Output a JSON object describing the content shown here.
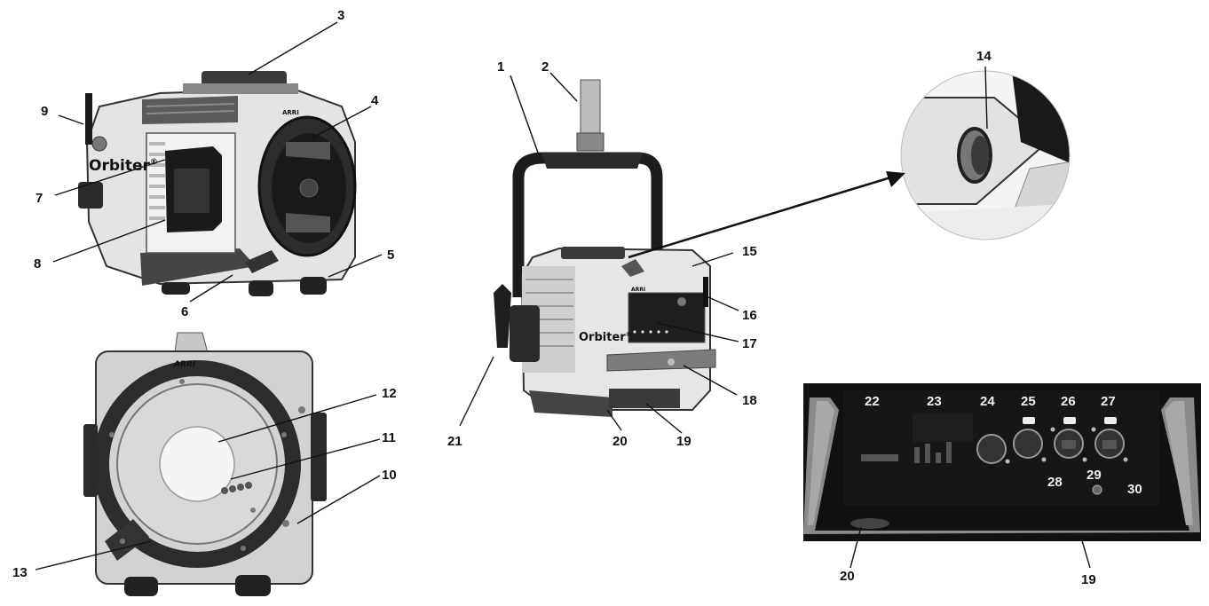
{
  "brand": {
    "product": "Orbiter",
    "trademark": "®",
    "maker_logo": "ARRI"
  },
  "views": {
    "side": "side-view-of-fixture",
    "rear": "rear-view-with-lens-mount",
    "yoke": "fixture-on-yoke",
    "detail": "circular-detail-inset",
    "panel": "connector-panel"
  },
  "callouts": [
    "1",
    "2",
    "3",
    "4",
    "5",
    "6",
    "7",
    "8",
    "9",
    "10",
    "11",
    "12",
    "13",
    "14",
    "15",
    "16",
    "17",
    "18",
    "19",
    "20",
    "21",
    "22",
    "23",
    "24",
    "25",
    "26",
    "27",
    "28",
    "29",
    "30",
    "19b",
    "20b"
  ],
  "labels": {
    "n1": "1",
    "n2": "2",
    "n3": "3",
    "n4": "4",
    "n5": "5",
    "n6": "6",
    "n7": "7",
    "n8": "8",
    "n9": "9",
    "n10": "10",
    "n11": "11",
    "n12": "12",
    "n13": "13",
    "n14": "14",
    "n15": "15",
    "n16": "16",
    "n17": "17",
    "n18": "18",
    "n19": "19",
    "n20": "20",
    "n21": "21",
    "n22": "22",
    "n23": "23",
    "n24": "24",
    "n25": "25",
    "n26": "26",
    "n27": "27",
    "n28": "28",
    "n29": "29",
    "n30": "30",
    "n19b": "19",
    "n20b": "20"
  }
}
